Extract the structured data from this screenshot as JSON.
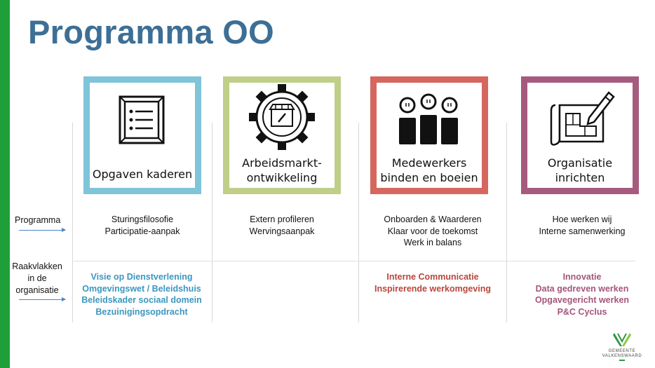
{
  "title": "Programma OO",
  "row_labels": {
    "programma": "Programma",
    "raakvlakken": [
      "Raakvlakken",
      "in de",
      "organisatie"
    ]
  },
  "columns": [
    {
      "card_lines": [
        "Opgaven kaderen"
      ],
      "border_color": "#7fc4d9",
      "icon": "frame-list-icon",
      "programma": [
        "Sturingsfilosofie",
        "Participatie-aanpak"
      ],
      "raakvlakken": [
        "Visie op Dienstverlening",
        "Omgevingswet / Beleidshuis",
        "Beleidskader sociaal domein",
        "Bezuinigingsopdracht"
      ],
      "raakvlakken_color": "#3b97bf"
    },
    {
      "card_lines": [
        "Arbeidsmarkt-",
        "ontwikkeling"
      ],
      "border_color": "#bfcf88",
      "icon": "gear-shop-icon",
      "programma": [
        "Extern profileren",
        "Wervingsaanpak"
      ],
      "raakvlakken": [],
      "raakvlakken_color": "#3b97bf"
    },
    {
      "card_lines": [
        "Medewerkers",
        "binden en boeien"
      ],
      "border_color": "#d5675f",
      "icon": "people-icon",
      "programma": [
        "Onboarden  & Waarderen",
        "Klaar voor de toekomst",
        "Werk in balans"
      ],
      "raakvlakken": [
        "Interne Communicatie",
        "Inspirerende werkomgeving"
      ],
      "raakvlakken_color": "#b8463c"
    },
    {
      "card_lines": [
        "Organisatie",
        "inrichten"
      ],
      "border_color": "#a55b7e",
      "icon": "blueprint-pencil-icon",
      "programma": [
        "Hoe werken wij",
        "Interne samenwerking"
      ],
      "raakvlakken": [
        "Innovatie",
        "Data gedreven werken",
        "Opgavegericht werken",
        "P&C Cyclus"
      ],
      "raakvlakken_color": "#a5557a"
    }
  ],
  "logo": {
    "lines": [
      "GEMEENTE",
      "VALKENSWAARD"
    ],
    "colors": [
      "#2e9a3e",
      "#8cc63f"
    ]
  },
  "colors": {
    "title": "#3d6f96",
    "side_bar": "#1e9f3a",
    "arrow": "#4a86c5"
  }
}
